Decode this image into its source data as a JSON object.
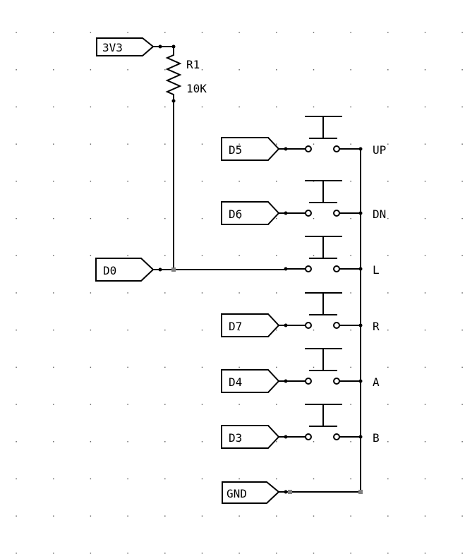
{
  "schematic": {
    "colors": {
      "background": "#ffffff",
      "wire": "#000000",
      "grid_dot": "#555555",
      "pin_end": "#808080"
    },
    "power_label": {
      "text": "3V3"
    },
    "resistor": {
      "ref": "R1",
      "value": "10K"
    },
    "input_label": {
      "text": "D0"
    },
    "ground_label": {
      "text": "GND"
    },
    "buttons": [
      {
        "net": "D5",
        "name": "UP"
      },
      {
        "net": "D6",
        "name": "DN"
      },
      {
        "net": "D0",
        "name": "L",
        "shared_with_input": true
      },
      {
        "net": "D7",
        "name": "R"
      },
      {
        "net": "D4",
        "name": "A"
      },
      {
        "net": "D3",
        "name": "B"
      }
    ]
  }
}
